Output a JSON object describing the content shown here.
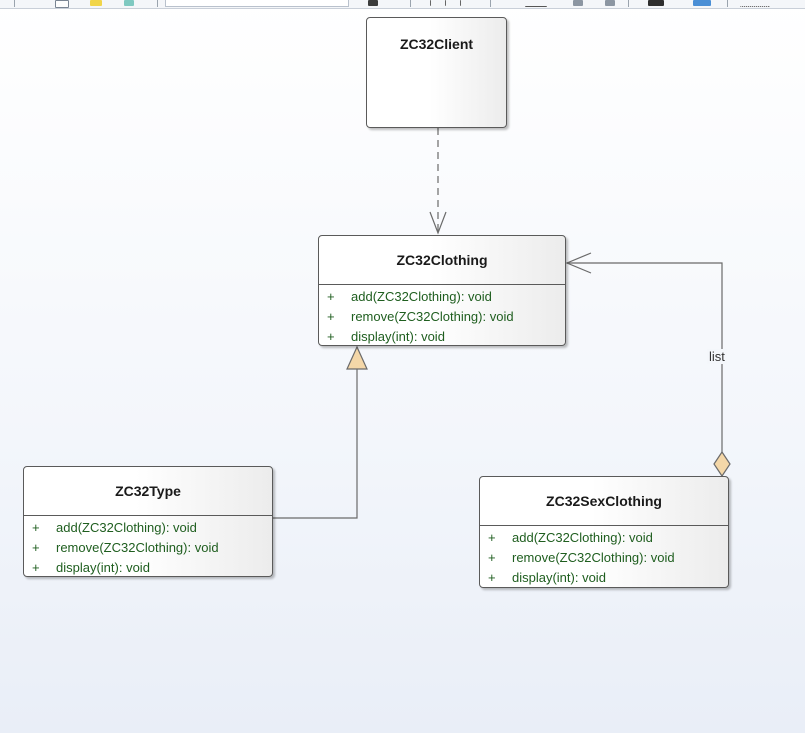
{
  "diagram": {
    "background": "#ffffff",
    "accent_text": "#1f5e1f",
    "classes": {
      "client": {
        "name": "ZC32Client",
        "operations": []
      },
      "clothing": {
        "name": "ZC32Clothing",
        "operations": [
          {
            "visibility": "+",
            "signature": "add(ZC32Clothing): void"
          },
          {
            "visibility": "+",
            "signature": "remove(ZC32Clothing): void"
          },
          {
            "visibility": "+",
            "signature": "display(int): void"
          }
        ]
      },
      "type": {
        "name": "ZC32Type",
        "operations": [
          {
            "visibility": "+",
            "signature": "add(ZC32Clothing): void"
          },
          {
            "visibility": "+",
            "signature": "remove(ZC32Clothing): void"
          },
          {
            "visibility": "+",
            "signature": "display(int): void"
          }
        ]
      },
      "sex": {
        "name": "ZC32SexClothing",
        "operations": [
          {
            "visibility": "+",
            "signature": "add(ZC32Clothing): void"
          },
          {
            "visibility": "+",
            "signature": "remove(ZC32Clothing): void"
          },
          {
            "visibility": "+",
            "signature": "display(int): void"
          }
        ]
      }
    },
    "relations": {
      "aggregation_label": "list"
    }
  },
  "toolbar": {
    "icons": [
      "toolbar-icon",
      "folder-icon",
      "save-icon",
      "arrow-icon",
      "align-icon",
      "distribute-icon",
      "zoom-icon",
      "layout-icon"
    ]
  }
}
